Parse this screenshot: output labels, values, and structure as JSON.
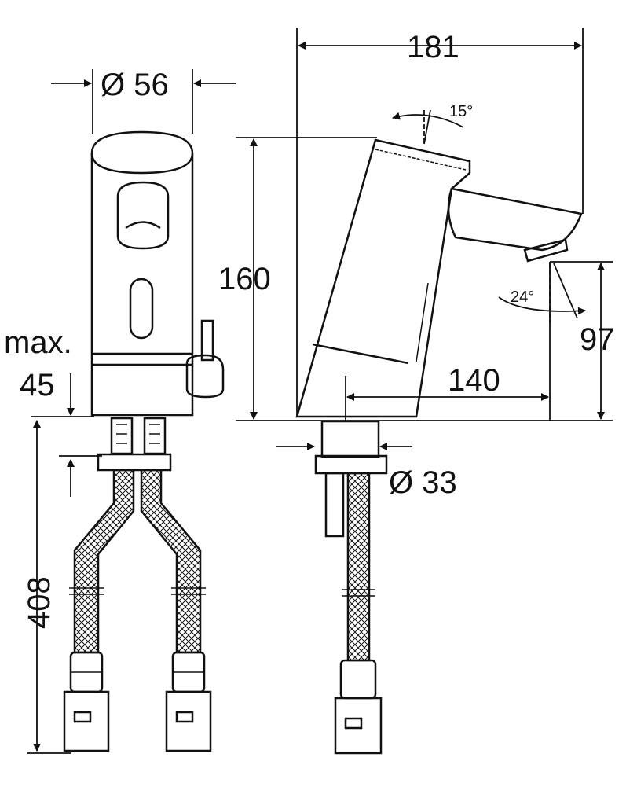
{
  "front_view": {
    "diameter_label": "Ø 56",
    "max_label": "max.",
    "max_value": "45",
    "hose_length": "408"
  },
  "side_view": {
    "overall_length": "181",
    "height": "160",
    "outlet_height": "97",
    "outlet_reach": "140",
    "shank_diameter": "Ø 33",
    "lever_angle": "15°",
    "spout_angle": "24°"
  },
  "colors": {
    "line": "#111111",
    "background": "#ffffff"
  }
}
